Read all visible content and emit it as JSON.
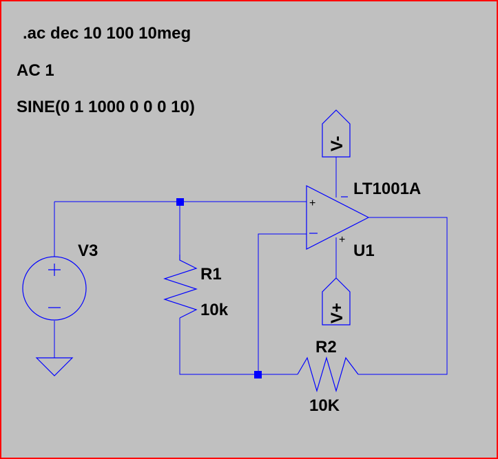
{
  "directives": {
    "analysis": ".ac dec 10 100 10meg",
    "ac_source": "AC 1",
    "sine_source": "SINE(0 1 1000 0 0 0 10)"
  },
  "components": {
    "v3": {
      "name": "V3"
    },
    "r1": {
      "name": "R1",
      "value": "10k"
    },
    "r2": {
      "name": "R2",
      "value": "10K"
    },
    "u1": {
      "name": "U1",
      "model": "LT1001A"
    }
  },
  "net_labels": {
    "vminus": "V-",
    "vplus": "V+"
  },
  "colors": {
    "background": "#c0c0c0",
    "border": "#ff0000",
    "wire": "#0000ff",
    "junction": "#0000ff",
    "text": "#000000"
  }
}
